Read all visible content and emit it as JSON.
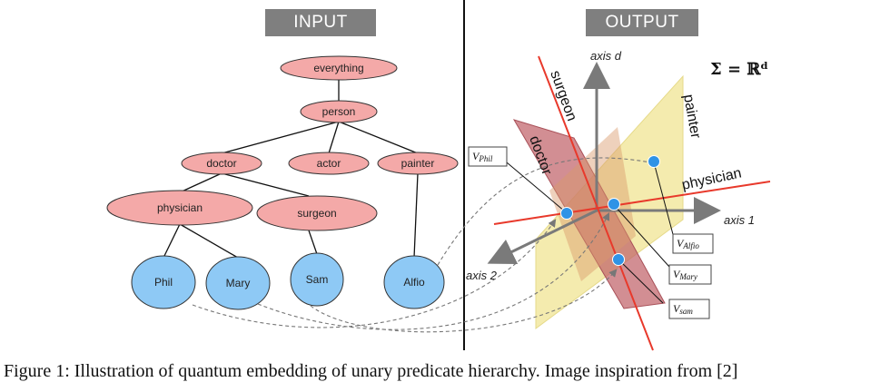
{
  "headers": {
    "input": "INPUT",
    "output": "OUTPUT"
  },
  "hierarchy": {
    "nodes": {
      "everything": "everything",
      "person": "person",
      "doctor": "doctor",
      "actor": "actor",
      "painter": "painter",
      "physician": "physician",
      "surgeon": "surgeon"
    },
    "individuals": {
      "phil": "Phil",
      "mary": "Mary",
      "sam": "Sam",
      "alfio": "Alfio"
    }
  },
  "embedding": {
    "space": "Σ = ℝᵈ",
    "axes": {
      "d": "axis d",
      "one": "axis 1",
      "two": "axis 2"
    },
    "concepts": {
      "surgeon": "surgeon",
      "painter": "painter",
      "doctor": "doctor",
      "physician": "physician"
    },
    "vectors": {
      "phil": {
        "v": "V",
        "sub": "Phil"
      },
      "alfio": {
        "v": "V",
        "sub": "Alfio"
      },
      "mary": {
        "v": "V",
        "sub": "Mary"
      },
      "sam": {
        "v": "V",
        "sub": "sam"
      }
    },
    "colors": {
      "node_pink": "#f4a9a8",
      "leaf_blue": "#8ec9f5",
      "concept_red": "#e8392b",
      "painter_plane": "#f2e8a0",
      "doctor_plane": "#c0626a",
      "point_blue": "#2f93e6"
    }
  },
  "caption": "Figure 1: Illustration of quantum embedding of unary predicate hierarchy. Image inspiration from [2]"
}
